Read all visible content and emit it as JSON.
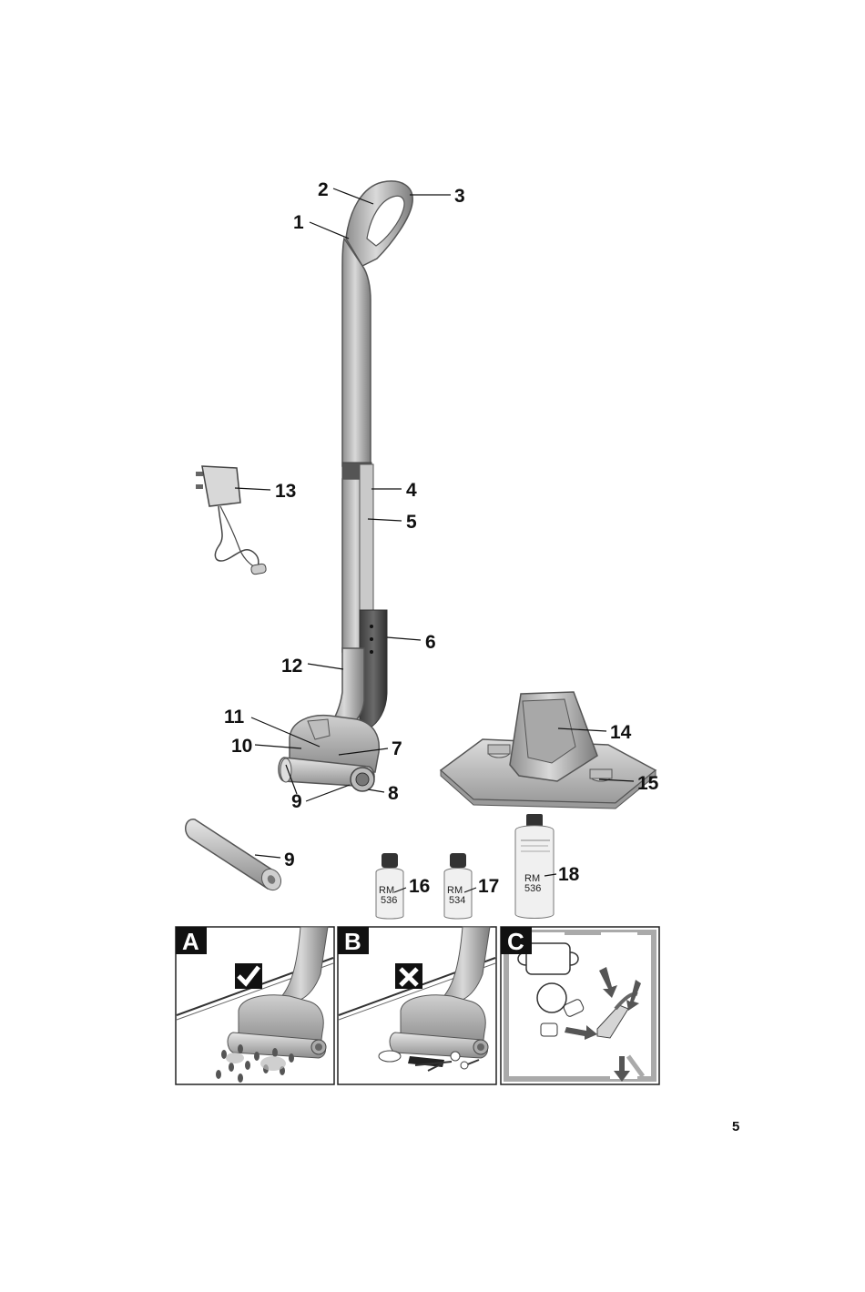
{
  "callouts": {
    "c1": "1",
    "c2": "2",
    "c3": "3",
    "c4": "4",
    "c5": "5",
    "c6": "6",
    "c7": "7",
    "c8": "8",
    "c9a": "9",
    "c9b": "9",
    "c10": "10",
    "c11": "11",
    "c12": "12",
    "c13": "13",
    "c14": "14",
    "c15": "15",
    "c16": "16",
    "c17": "17",
    "c18": "18"
  },
  "bottles": {
    "b16": {
      "line1": "RM",
      "line2": "536"
    },
    "b17": {
      "line1": "RM",
      "line2": "534"
    },
    "b18": {
      "line1": "RM",
      "line2": "536"
    }
  },
  "panels": {
    "a": {
      "letter": "A",
      "verdict_icon": "check-icon"
    },
    "b": {
      "letter": "B",
      "verdict_icon": "cross-icon"
    },
    "c": {
      "letter": "C"
    }
  },
  "page_number": "5"
}
